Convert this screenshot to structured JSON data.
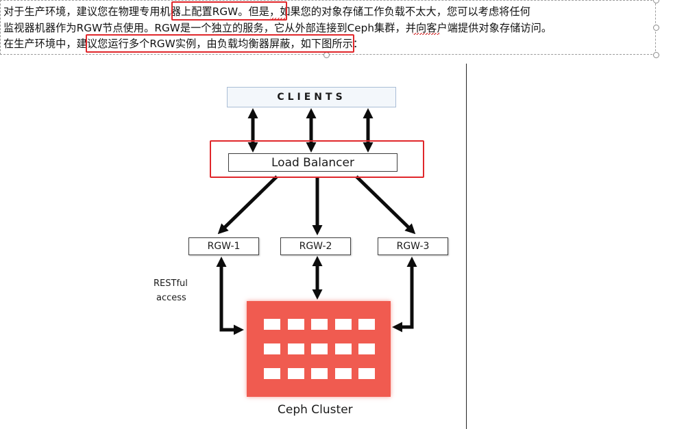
{
  "text": {
    "line1": "对于生产环境，建议您在物理专用机器上配置RGW。但是，如果您的对象存储工作负载不太大，您可以考虑将任何",
    "line2": "监视器机器作为RGW节点使用。RGW是一个独立的服务，它从外部连接到Ceph集群，并向客户端提供对象存储访问。",
    "line3": "在生产环境中，建议您运行多个RGW实例，由负载均衡器屏蔽，如下图所示："
  },
  "diagram": {
    "clients": "CLIENTS",
    "load_balancer": "Load Balancer",
    "rgw_nodes": [
      "RGW-1",
      "RGW-2",
      "RGW-3"
    ],
    "restful_line1": "RESTful",
    "restful_line2": "access",
    "cluster_label": "Ceph Cluster"
  },
  "colors": {
    "highlight_box": "#e0262a",
    "cluster_fill": "#f05b50",
    "clients_border": "#a9bdd6"
  }
}
